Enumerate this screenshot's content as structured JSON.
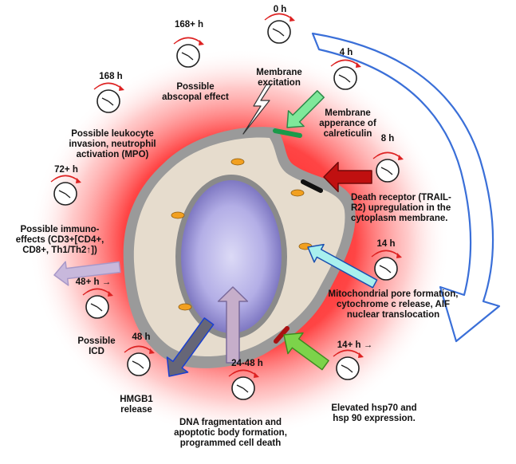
{
  "events": [
    {
      "id": "t0",
      "time": "0 h",
      "lines": [
        "Membrane",
        "excitation"
      ]
    },
    {
      "id": "t4",
      "time": "4 h",
      "lines": [
        "Membrane",
        "apperance of",
        "calreticulin"
      ]
    },
    {
      "id": "t8",
      "time": "8 h",
      "lines": [
        "Death receptor (TRAIL-",
        "R2) upregulation in the",
        "cytoplasm membrane."
      ]
    },
    {
      "id": "t14",
      "time": "14 h",
      "lines": [
        "Mitochondrial pore formation,",
        "cytochrome c release, AIF",
        "nuclear translocation"
      ]
    },
    {
      "id": "t14p",
      "time": "14+ h →",
      "lines": [
        "Elevated hsp70 and",
        "hsp 90 expression."
      ]
    },
    {
      "id": "t2448",
      "time": "24-48 h",
      "lines": [
        "DNA fragmentation and",
        "apoptotic body formation,",
        "programmed cell death"
      ]
    },
    {
      "id": "t48",
      "time": "48 h",
      "lines": [
        "HMGB1",
        "release"
      ]
    },
    {
      "id": "t48p",
      "time": "48+ h →",
      "lines": [
        "Possible",
        "ICD"
      ]
    },
    {
      "id": "t72p",
      "time": "72+ h",
      "lines": [
        "Possible immuno-",
        "effects (CD3+[CD4+,",
        "CD8+, Th1/Th2↑])"
      ]
    },
    {
      "id": "t168",
      "time": "168 h",
      "lines": [
        "Possible leukocyte",
        "invasion, neutrophil",
        "activation (MPO)"
      ]
    },
    {
      "id": "t168p",
      "time": "168+ h",
      "lines": [
        "Possible",
        "abscopal effect"
      ]
    }
  ],
  "colors": {
    "glow": "#ff2020",
    "membrane": "#9a9a9a",
    "cytoplasm": "#e6dccd",
    "nucleus_center": "#c9c5f0",
    "nucleus_edge": "#7f78c4",
    "vesicle": "#f2a020",
    "clock_swoosh": "#dd2222",
    "timeline_arrow": "#3a6fd8",
    "arrow_calreticulin": "#7fe89a",
    "arrow_trail": "#c01010",
    "arrow_mito": "#a8f0ee",
    "arrow_hsp": "#7cd34a",
    "arrow_dna": "#c6aeca",
    "arrow_hmgb1": "#666677",
    "arrow_immuno": "#c8b8dc",
    "marker_green": "#1a9a4a",
    "marker_black": "#111111",
    "marker_red": "#aa1111"
  },
  "icons": [
    "clock-icon",
    "lightning-bolt-icon",
    "timeline-arrow-icon"
  ]
}
